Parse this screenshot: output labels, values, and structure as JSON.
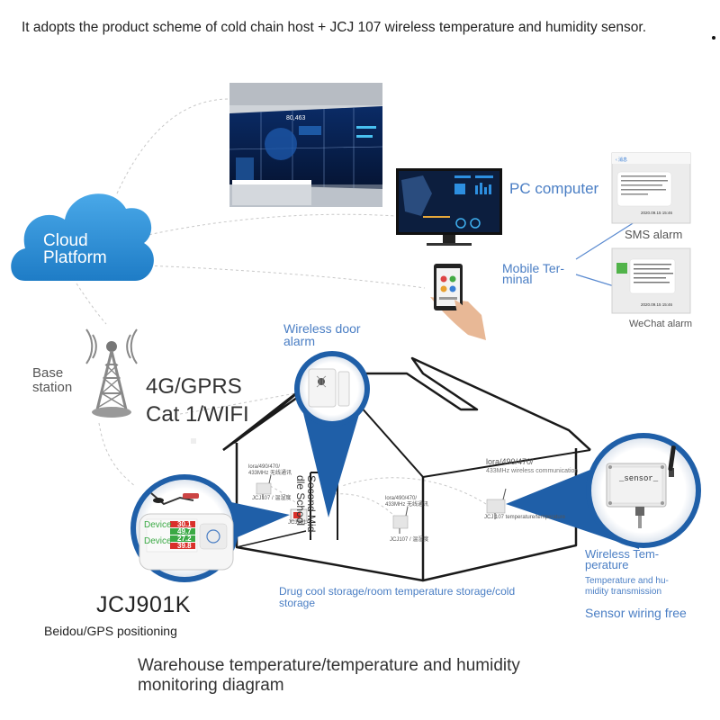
{
  "header": {
    "caption": "It adopts the product scheme of cold chain host + JCJ 107 wireless temperature and humidity sensor."
  },
  "cloud": {
    "line1": "Cloud",
    "line2": "Platform"
  },
  "base_station": {
    "line1": "Base",
    "line2": "station"
  },
  "network": {
    "line1": "4G/GPRS",
    "line2": "Cat 1/WIFI"
  },
  "big_screen": {
    "number": "80,463"
  },
  "pc": {
    "label": "PC computer"
  },
  "mobile": {
    "line1": "Mobile Ter-",
    "line2": "minal"
  },
  "sms": {
    "label": "SMS alarm",
    "time": "2020.09.15 15:46"
  },
  "wechat": {
    "label": "WeChat alarm",
    "time": "2020.09.15 15:46"
  },
  "door": {
    "line1": "Wireless door",
    "line2": "alarm"
  },
  "house": {
    "school_label": "Second Mid-dle School",
    "sensor_tag_1": "lora/490/470/",
    "sensor_tag_2": "433MHz 无线通讯",
    "sensor_name_left": "JCJ107 / 温湿度",
    "sensor_name_mid": "JCJ107 / 温湿度",
    "host_tag": "JCJ901A",
    "lora_big": "lora/490/470/",
    "lora_sub": "433MHz wireless communication",
    "right_sensor_caption": "JCJ 107 temperature/temperature",
    "storage_line1": "Drug cool storage/room temperature storage/cold",
    "storage_line2": "storage"
  },
  "host_device": {
    "model": "JCJ901K",
    "positioning": "Beidou/GPS positioning",
    "device_label_1": "Device",
    "device_label_2": "Device",
    "reading_1": "30.1",
    "reading_2": "49.7",
    "reading_3": "27.2",
    "reading_4": "39.8"
  },
  "sensor_detail": {
    "brand": "_sensor_",
    "line1": "Wireless Tem-",
    "line2": "perature",
    "sub1": "Temperature and hu-",
    "sub2": "midity transmission",
    "wiring": "Sensor wiring free"
  },
  "footer": {
    "title_line1": "Warehouse temperature/temperature and humidity",
    "title_line2": "monitoring diagram"
  },
  "colors": {
    "cloud_blue": "#2c8fd6",
    "accent_blue": "#1f5fa8",
    "label_blue": "#4a7ec4",
    "screen_dark": "#0b1f45",
    "reading_red": "#d9302a",
    "reading_green": "#3aa944"
  },
  "icons": [
    "cloud-icon",
    "cell-tower-icon",
    "monitor-icon",
    "smartphone-icon",
    "chat-bubble-icon",
    "door-sensor-icon",
    "sensor-box-icon",
    "antenna-icon"
  ]
}
